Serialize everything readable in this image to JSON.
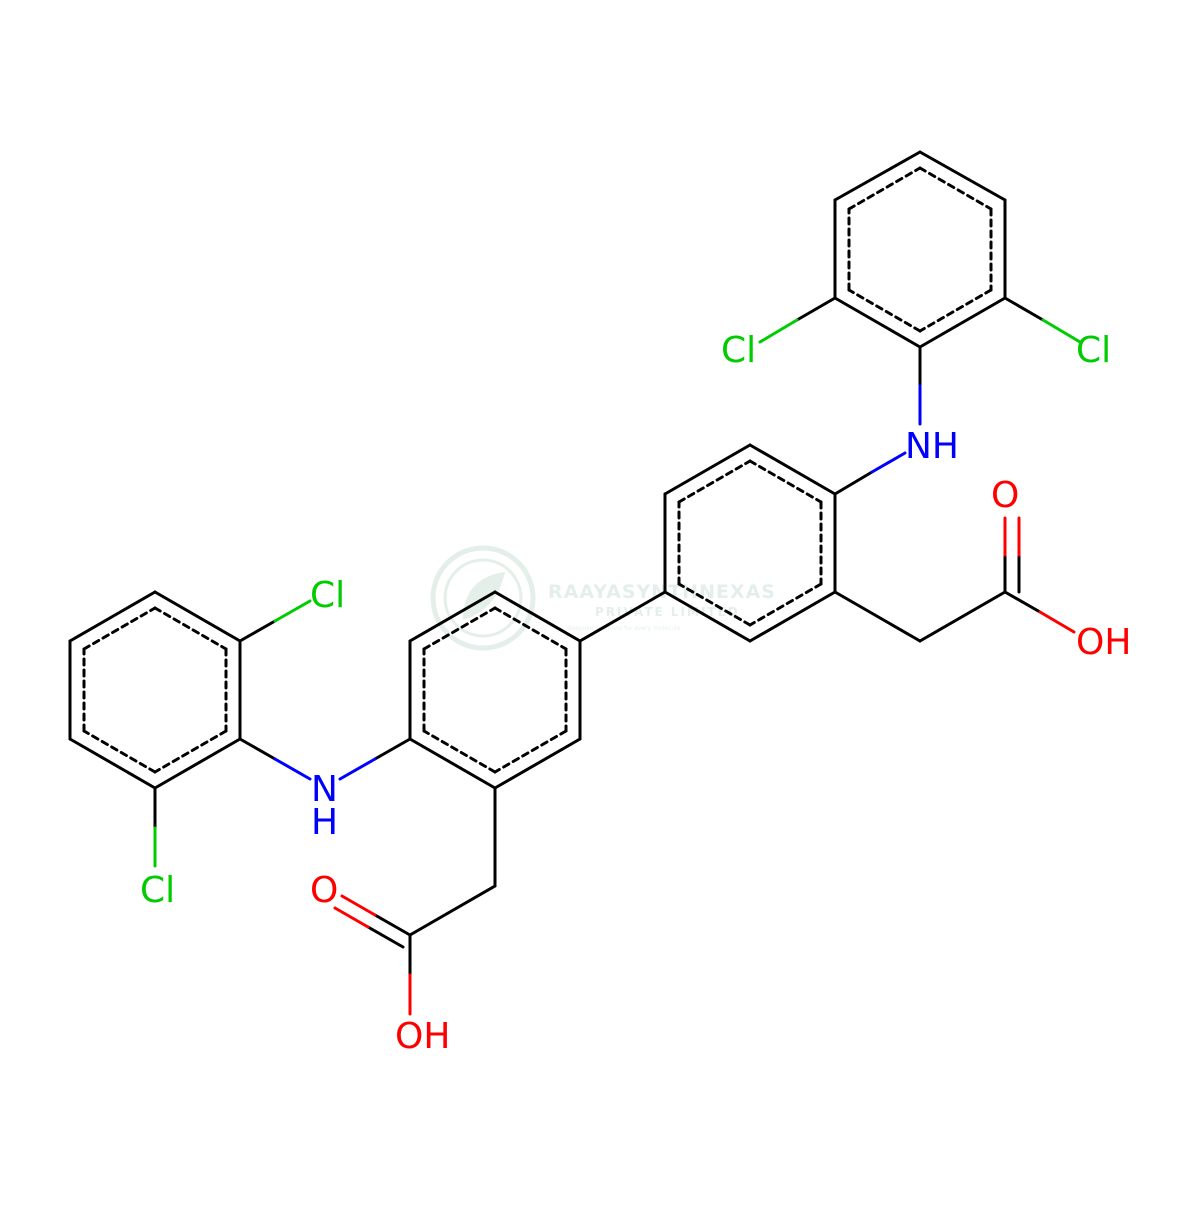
{
  "colors": {
    "bond": "#000000",
    "chlorine": "#00cc00",
    "nitrogen": "#0000ff",
    "oxygen": "#ff0000",
    "watermark": "#2e8b57"
  },
  "labels": {
    "cl_top_left": "Cl",
    "cl_top_right": "Cl",
    "nh_top": "NH",
    "o_right": "O",
    "oh_right": "OH",
    "cl_left_top": "Cl",
    "cl_left_bottom": "Cl",
    "n_left": "N",
    "h_left": "H",
    "o_left": "O",
    "oh_left": "OH"
  },
  "watermark": {
    "name": "RAAYASYNTHNEXAS",
    "subtitle": "PRIVATE LIMITED",
    "tagline": "Bespoke solutions for every molecule"
  }
}
